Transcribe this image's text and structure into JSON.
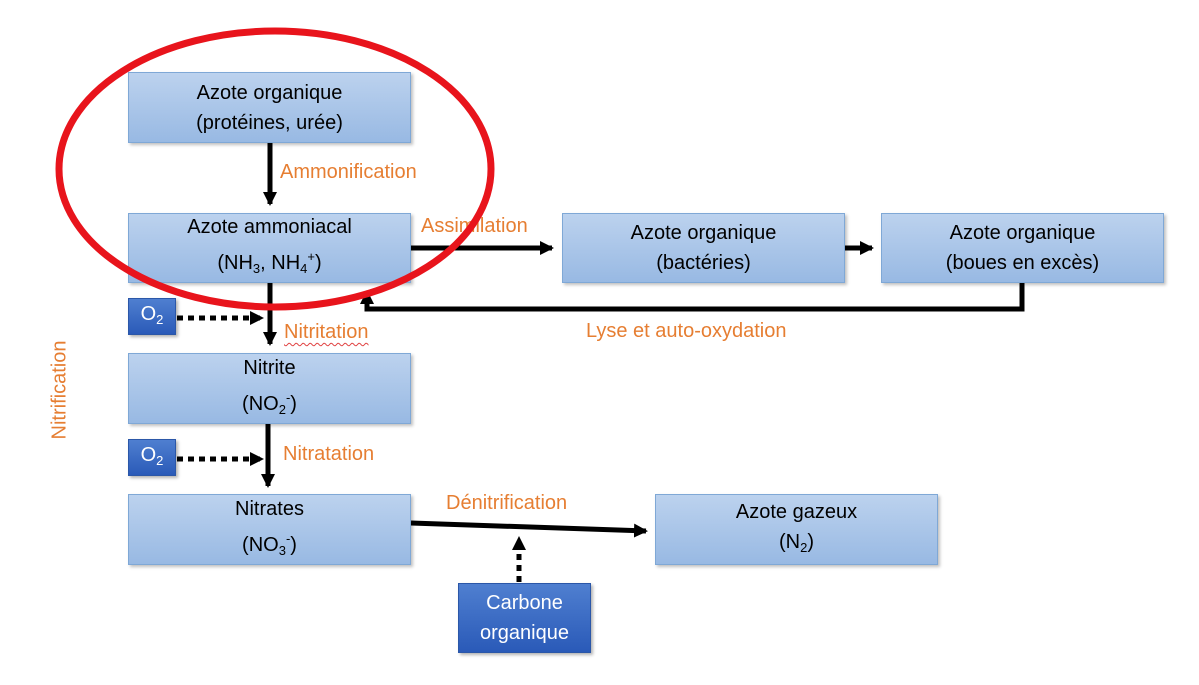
{
  "boxes": {
    "organic_nitrogen": {
      "line1": "Azote organique",
      "line2": "(protéines, urée)"
    },
    "ammoniacal_nitrogen": {
      "line1": "Azote ammoniacal",
      "line2_prefix": "(NH",
      "sub1": "3",
      "mid": ", NH",
      "sub2": "4",
      "sup2": "+",
      "line2_suffix": ")"
    },
    "bacteria_nitrogen": {
      "line1": "Azote organique",
      "line2": "(bactéries)"
    },
    "sludge_nitrogen": {
      "line1": "Azote organique",
      "line2": "(boues en excès)"
    },
    "nitrite": {
      "line1": "Nitrite",
      "line2_prefix": "(NO",
      "sub": "2",
      "sup": "-",
      "line2_suffix": ")"
    },
    "nitrates": {
      "line1": "Nitrates",
      "line2_prefix": "(NO",
      "sub": "3",
      "sup": "-",
      "line2_suffix": ")"
    },
    "gaseous_nitrogen": {
      "line1": "Azote gazeux",
      "line2_prefix": "(N",
      "sub": "2",
      "line2_suffix": ")"
    },
    "oxygen_1": {
      "prefix": "O",
      "sub": "2"
    },
    "oxygen_2": {
      "prefix": "O",
      "sub": "2"
    },
    "organic_carbon": {
      "line1": "Carbone",
      "line2": "organique"
    }
  },
  "labels": {
    "ammonification": "Ammonification",
    "assimilation": "Assimilation",
    "lysis": "Lyse et auto-oxydation",
    "nitritation": "Nitritation",
    "nitratation": "Nitratation",
    "nitrification": "Nitrification",
    "denitrification": "Dénitrification"
  },
  "colors": {
    "label": "#e67e32",
    "highlight_ellipse": "#e8141c",
    "box_fill": "#a9c4e8",
    "box_dark": "#3a6cc6",
    "arrow": "#000000"
  }
}
